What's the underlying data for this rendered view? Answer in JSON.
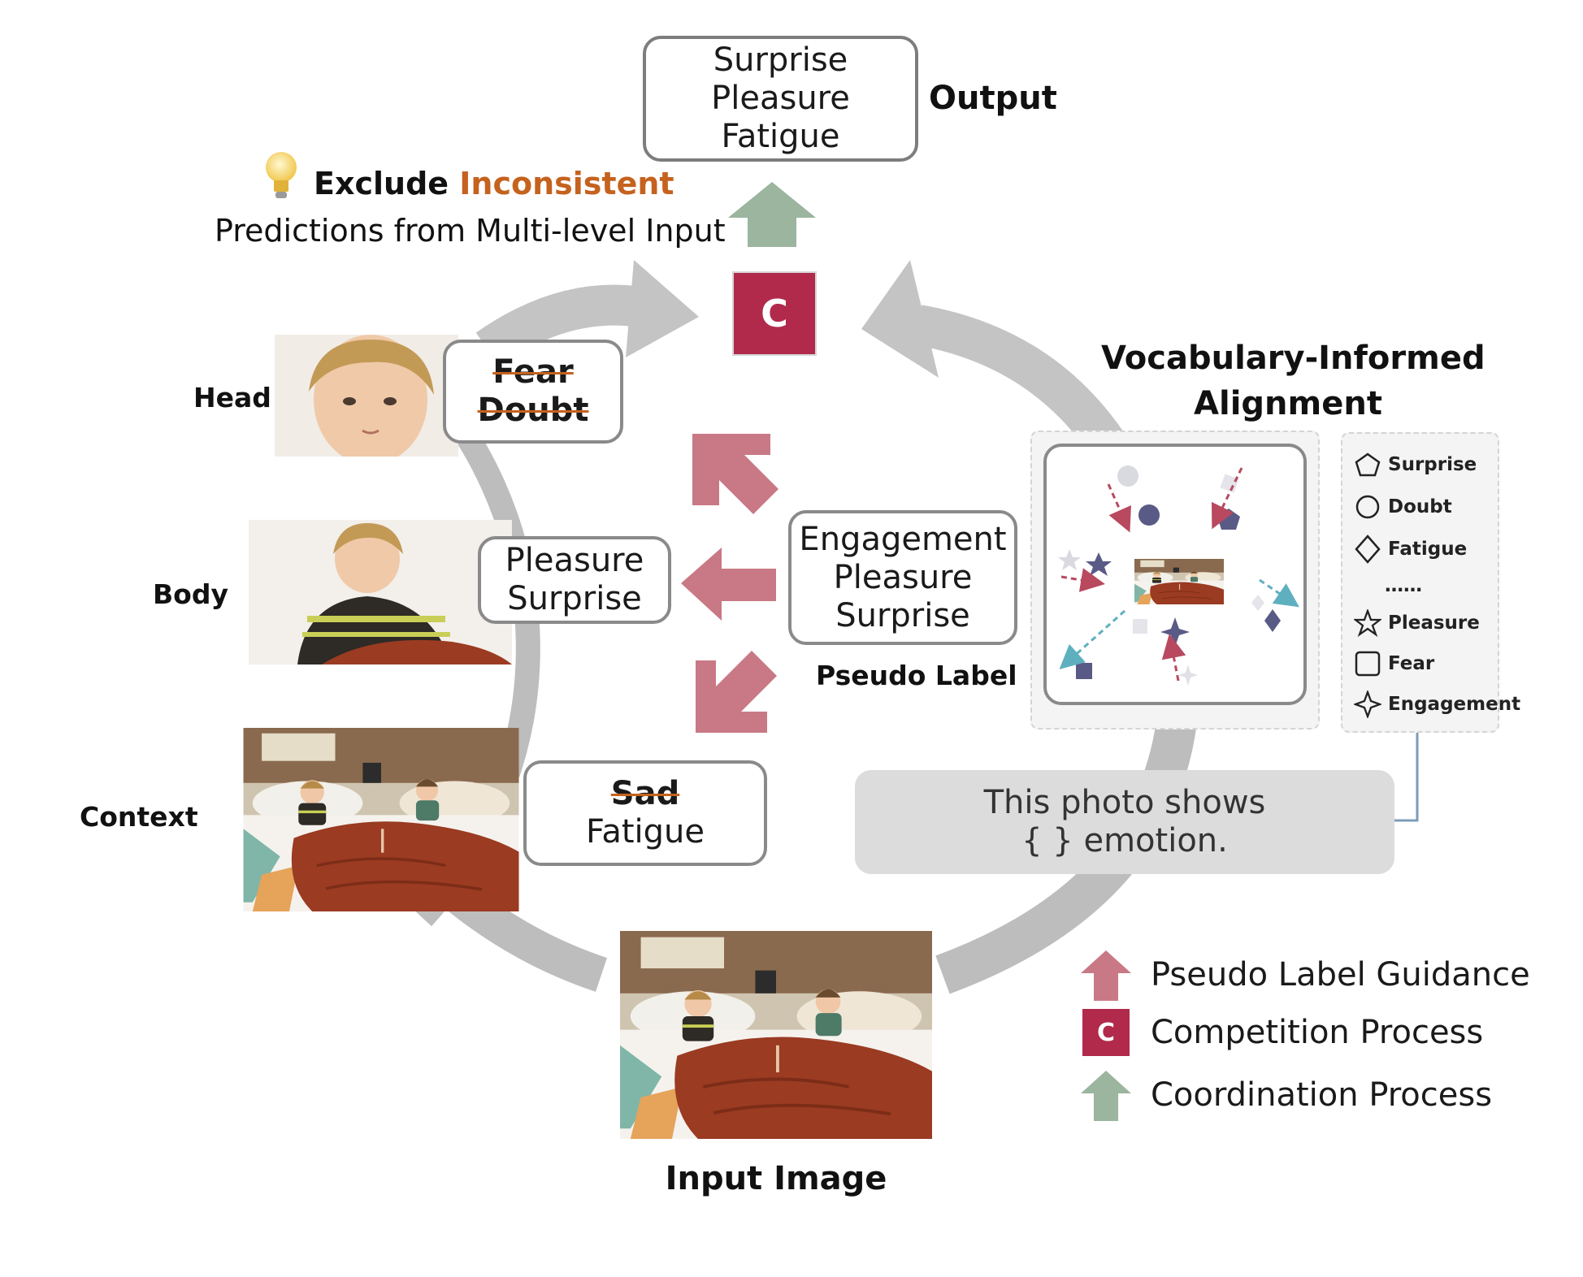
{
  "output": {
    "label": "Output",
    "lines": [
      "Surprise",
      "Pleasure",
      "Fatigue"
    ]
  },
  "exclude_note": {
    "prefix": "Exclude",
    "highlight": "Inconsistent",
    "line2": "Predictions from Multi-level Input"
  },
  "competition_symbol": "C",
  "levels": {
    "head": {
      "label": "Head",
      "struck": [
        "Fear",
        "Doubt"
      ]
    },
    "body": {
      "label": "Body",
      "lines": [
        "Pleasure",
        "Surprise"
      ]
    },
    "context": {
      "label": "Context",
      "struck": [
        "Sad"
      ],
      "lines": [
        "Fatigue"
      ]
    }
  },
  "pseudo_label": {
    "caption": "Pseudo Label",
    "lines": [
      "Engagement",
      "Pleasure",
      "Surprise"
    ]
  },
  "alignment": {
    "title_line1": "Vocabulary-Informed",
    "title_line2": "Alignment",
    "vocabulary": [
      {
        "shape": "pentagon-icon",
        "label": "Surprise"
      },
      {
        "shape": "circle-icon",
        "label": "Doubt"
      },
      {
        "shape": "diamond-icon",
        "label": "Fatigue"
      },
      {
        "shape": "ellipsis",
        "label": "……"
      },
      {
        "shape": "star-icon",
        "label": "Pleasure"
      },
      {
        "shape": "square-icon",
        "label": "Fear"
      },
      {
        "shape": "four-point-star-icon",
        "label": "Engagement"
      }
    ],
    "prompt_line1": "This photo shows",
    "prompt_line2": "{ } emotion."
  },
  "input_image": {
    "caption": "Input Image"
  },
  "legend": [
    {
      "icon": "pink-arrow-icon",
      "label": "Pseudo Label Guidance"
    },
    {
      "icon": "competition-c-icon",
      "label": "Competition Process"
    },
    {
      "icon": "green-arrow-icon",
      "label": "Coordination Process"
    }
  ],
  "colors": {
    "accent_orange": "#c5621e",
    "competition_red": "#b12a4b",
    "guidance_pink": "#c87985",
    "coordination_green": "#9bb59f",
    "cycle_gray": "#bdbdbd",
    "dashed_red": "#b8495f",
    "dashed_teal": "#5fb0bf",
    "shape_purple": "#5a5a86"
  }
}
